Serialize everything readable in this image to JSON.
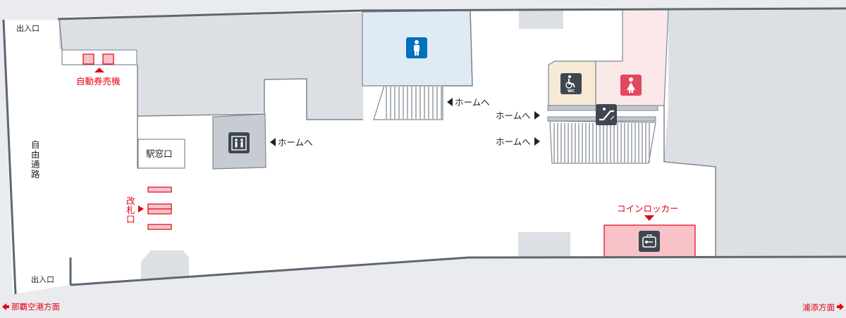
{
  "labels": {
    "exit_top": "出入口",
    "exit_bottom": "出入口",
    "ticket_machine": "自動券売機",
    "free_passage": [
      "自",
      "由",
      "通",
      "路"
    ],
    "station_office": "駅窓口",
    "ticket_gate": [
      "改",
      "札",
      "口"
    ],
    "to_platform": "ホームへ",
    "coin_locker": "コインロッカー",
    "dir_left": "那覇空港方面",
    "dir_right": "浦添方面",
    "wc": "WC"
  },
  "colors": {
    "floor": "#ffffff",
    "wall": "#5d6770",
    "outside": "#e9ebee",
    "block": "#dcdfe3",
    "mens_room": "#dfeaf4",
    "womens_room": "#fbe9ea",
    "accessible_room": "#f6e9d6",
    "elevator_room": "#c7ccd2",
    "coin_locker_area": "#f7c3c9",
    "red": "#e60012",
    "mens_icon": "#0071bc",
    "womens_icon": "#e5475c",
    "dark_icon": "#3e4750"
  },
  "icons": [
    "male-restroom-icon",
    "female-restroom-icon",
    "accessible-toilet-icon",
    "escalator-icon",
    "elevator-icon",
    "coin-locker-icon"
  ]
}
